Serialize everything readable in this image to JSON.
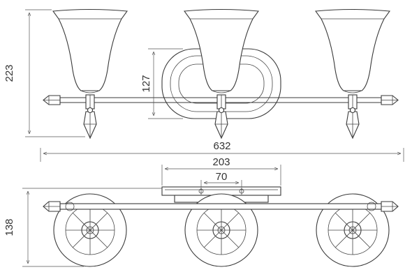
{
  "drawing": {
    "dimensions": {
      "front_height": "223",
      "backplate_height": "127",
      "overall_width": "632",
      "backplate_width": "203",
      "mount_spacing": "70",
      "depth": "138"
    }
  }
}
